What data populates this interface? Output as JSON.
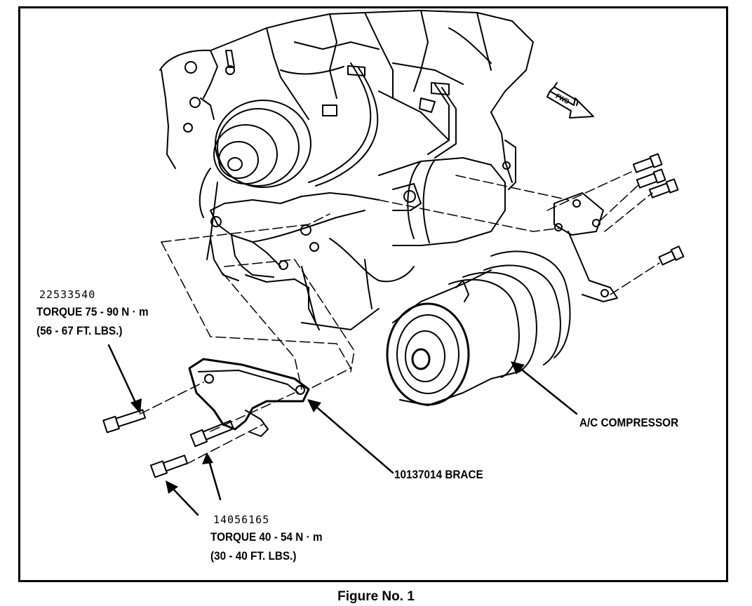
{
  "figure": {
    "caption": "Figure No. 1",
    "fwd_arrow": "FWD"
  },
  "callouts": {
    "upper_bolt": {
      "part_number": "22533540",
      "torque": "TORQUE 75 - 90 N · m",
      "torque_ftlbs": "(56 - 67 FT. LBS.)"
    },
    "lower_bolts": {
      "part_number": "14056165",
      "torque": "TORQUE 40 - 54 N · m",
      "torque_ftlbs": "(30 - 40 FT. LBS.)"
    },
    "brace": "10137014 BRACE",
    "compressor": "A/C COMPRESSOR"
  },
  "colors": {
    "ink": "#000000",
    "paper": "#ffffff"
  }
}
